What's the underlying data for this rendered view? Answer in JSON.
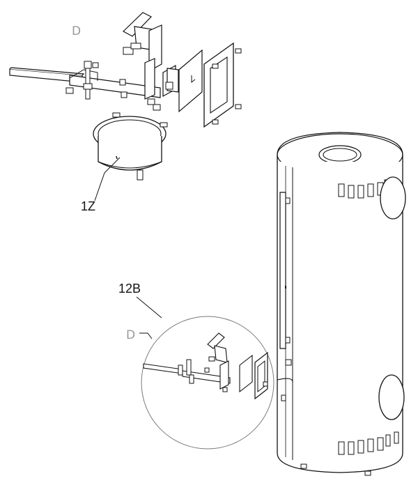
{
  "diagram": {
    "labels": {
      "detail_top": "D",
      "part_1z": "1Z",
      "part_12b": "12B",
      "detail_callout": "D"
    },
    "colors": {
      "ink": "#111111",
      "detail_circle": "#7a7a7a",
      "detail_letter": "#9a9a9a",
      "background": "#ffffff"
    },
    "icons": [
      "stove-body",
      "flue-outlet-ring",
      "bracket-assembly",
      "mounting-plate"
    ]
  }
}
